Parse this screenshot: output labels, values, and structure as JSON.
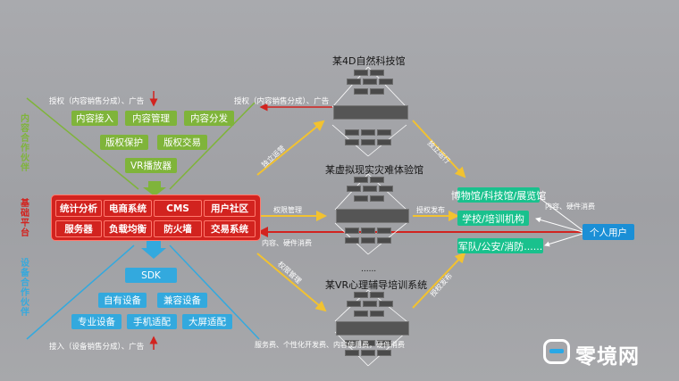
{
  "left": {
    "top_label": "授权（内容销售分成）、广告",
    "bottom_label": "接入（设备销售分成）、广告",
    "vertical_top": "内容合作伙伴",
    "vertical_mid": "基础平台",
    "vertical_bottom": "设备合作伙伴",
    "content_row1": [
      "内容接入",
      "内容管理",
      "内容分发"
    ],
    "content_row2": [
      "版权保护",
      "版权交易"
    ],
    "content_row3": "VR播放器",
    "platform_row1": [
      "统计分析",
      "电商系统",
      "CMS",
      "用户社区"
    ],
    "platform_row2": [
      "服务器",
      "负载均衡",
      "防火墙",
      "交易系统"
    ],
    "device_row1": "SDK",
    "device_row2": [
      "自有设备",
      "兼容设备"
    ],
    "device_row3": [
      "专业设备",
      "手机适配",
      "大屏适配"
    ]
  },
  "center": {
    "venue1": "某4D自然科技馆",
    "venue2": "某虚拟现实灾难体验馆",
    "ellipsis": "......",
    "venue3": "某VR心理辅导培训系统",
    "auth_label": "授权（内容销售分成）、广告",
    "independent_op_left": "独立运营",
    "permission_mgmt_mid": "权限管理",
    "permission_mgmt_low": "权限管理",
    "content_hw_mid": "内容、硬件消费",
    "service_fee": "服务费、个性化开发费、内容使用费，硬件消费",
    "independent_op_right": "独立运行",
    "auth_publish_mid": "授权发布",
    "auth_publish_low": "授权发布"
  },
  "right": {
    "targets": [
      "博物馆/科技馆/展览馆",
      "学校/培训机构",
      "军队/公安/消防......"
    ],
    "content_hw": "内容、硬件消费",
    "user": "个人用户"
  },
  "logo": {
    "text": "零境网"
  },
  "colors": {
    "green": "#7fb43a",
    "red": "#d2231f",
    "blue": "#33a9de",
    "teal": "#19c18d",
    "user_blue": "#1b8fd6",
    "arrow_yellow": "#f2c230"
  }
}
